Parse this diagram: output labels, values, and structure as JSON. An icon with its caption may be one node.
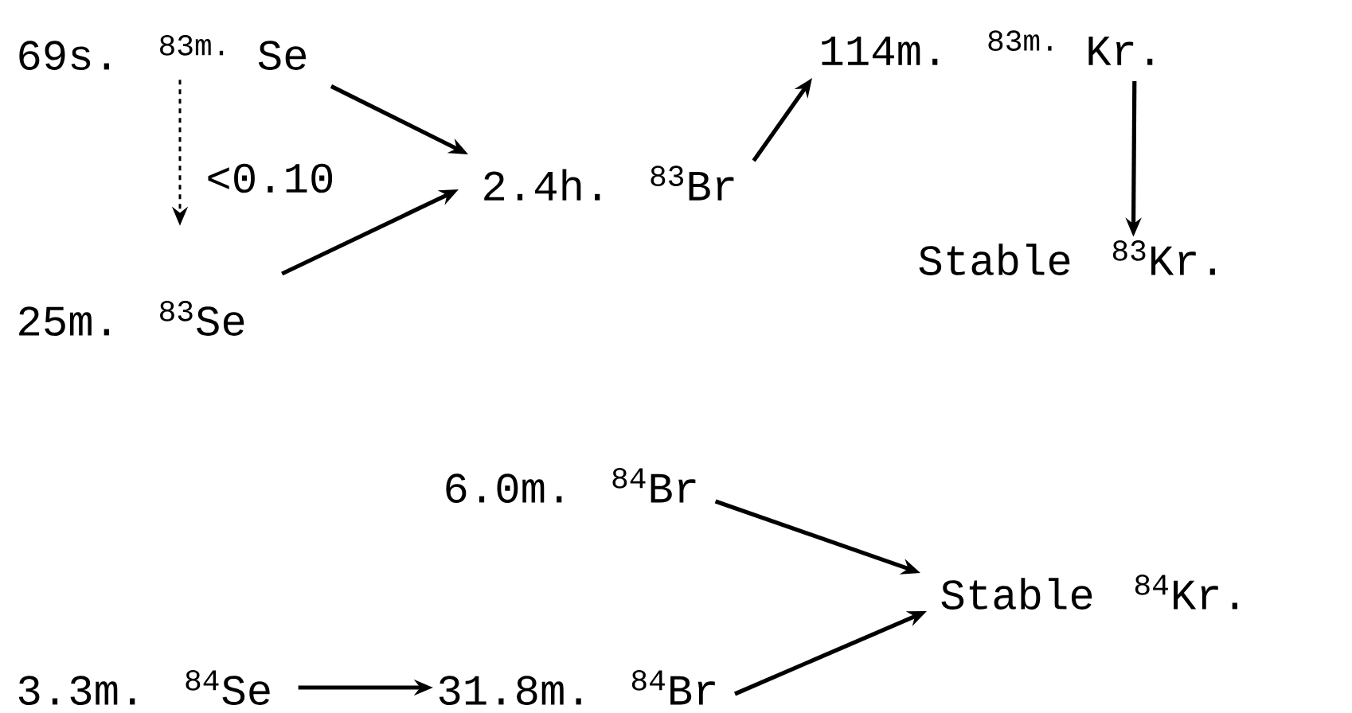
{
  "diagram": {
    "nodes": [
      {
        "text": [
          "69s.",
          "$^{83m.}$ Se"
        ]
      },
      {
        "text": [
          "25m.",
          "$^{83}$Se"
        ]
      },
      {
        "text": [
          "2.4h.",
          "$^{83}$Br"
        ]
      },
      {
        "text": [
          "114m.",
          "$^{83m.}$ Kr."
        ]
      },
      {
        "text": [
          "Stable",
          "$^{83}$Kr."
        ]
      },
      {
        "text": [
          "6.0m.",
          "$^{84}$Br"
        ]
      },
      {
        "text": [
          "Stable",
          "$^{84}$Kr."
        ]
      },
      {
        "text": [
          "3.3m.",
          "$^{84}$Se"
        ]
      },
      {
        "text": [
          "31.8m.",
          "$^{84}$Br"
        ]
      }
    ],
    "edges": [
      {
        "from": 0,
        "to": 1,
        "arrow": "to",
        "style": "dashed",
        "label": "<0.10"
      },
      {
        "from": 0,
        "to": 2,
        "arrow": "to"
      },
      {
        "from": 1,
        "to": 2,
        "arrow": "to"
      },
      {
        "from": 2,
        "to": 3,
        "arrow": "to"
      },
      {
        "from": 3,
        "to": 4,
        "arrow": "to"
      },
      {
        "from": 5,
        "to": 6,
        "arrow": "to"
      },
      {
        "from": 8,
        "to": 6,
        "arrow": "to"
      },
      {
        "from": 7,
        "to": 8,
        "arrow": "to"
      }
    ]
  }
}
